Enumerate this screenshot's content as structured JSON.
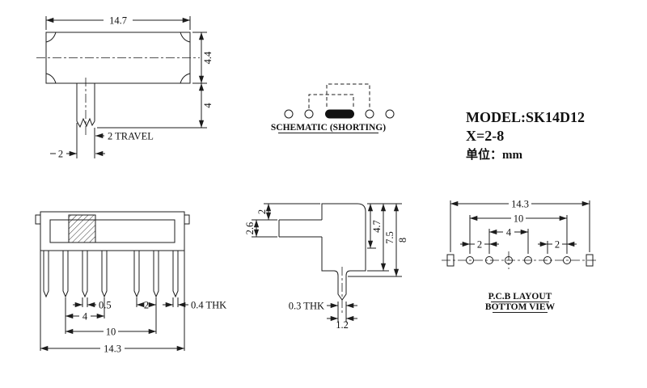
{
  "drawing": {
    "background": "#ffffff",
    "line_color": "#1c1c1c"
  },
  "info": {
    "model": "MODEL:SK14D12",
    "range": "X=2-8",
    "unit": "单位：mm"
  },
  "schematic": {
    "caption": "SCHEMATIC (SHORTING)"
  },
  "top_view": {
    "dim_width": "14.7",
    "dim_body_height": "4.4",
    "dim_lever_length": "4",
    "travel_label": "2 TRAVEL",
    "dim_travel": "2"
  },
  "front_view": {
    "dim_pin_width": "0.5",
    "dim_pitch": "2",
    "dim_span_4": "4",
    "dim_thickness": "0.4 THK",
    "dim_span_10": "10",
    "dim_overall": "14.3"
  },
  "side_view": {
    "dim_knob_height": "2",
    "dim_lever_height": "2.6",
    "dim_depth_47": "4.7",
    "dim_depth_75": "7.5",
    "dim_depth_8": "8",
    "dim_thickness": "0.3 THK",
    "dim_pin_width": "1.2"
  },
  "pcb_view": {
    "caption_line1": "P.C.B LAYOUT",
    "caption_line2": "BOTTOM VIEW",
    "dim_overall": "14.3",
    "dim_span_10": "10",
    "dim_span_4": "4",
    "dim_pitch_left": "2",
    "dim_pitch_right": "2"
  }
}
